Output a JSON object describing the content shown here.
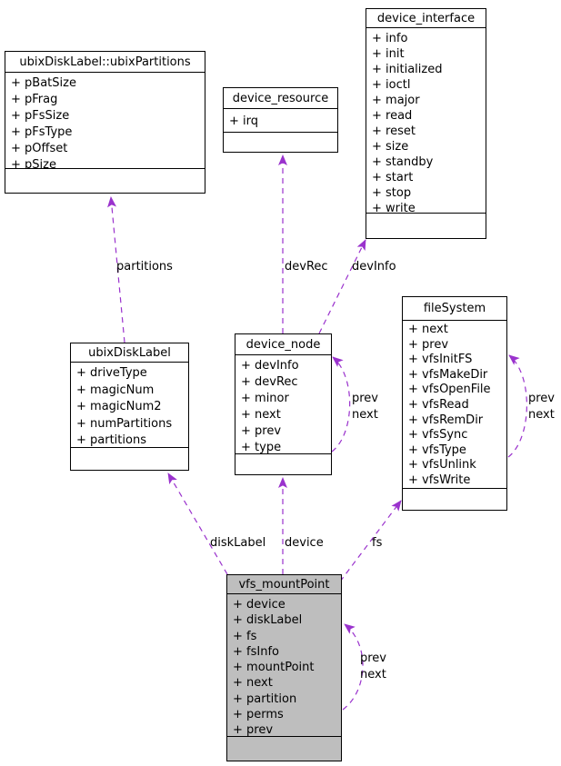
{
  "diagram": {
    "classes": {
      "ubix_partitions": {
        "title": "ubixDiskLabel::ubixPartitions",
        "members": [
          "+ pBatSize",
          "+ pFrag",
          "+ pFsSize",
          "+ pFsType",
          "+ pOffset",
          "+ pSize"
        ]
      },
      "device_resource": {
        "title": "device_resource",
        "members": [
          "+ irq"
        ]
      },
      "device_interface": {
        "title": "device_interface",
        "members": [
          "+ info",
          "+ init",
          "+ initialized",
          "+ ioctl",
          "+ major",
          "+ read",
          "+ reset",
          "+ size",
          "+ standby",
          "+ start",
          "+ stop",
          "+ write"
        ]
      },
      "ubix_disklabel": {
        "title": "ubixDiskLabel",
        "members": [
          "+ driveType",
          "+ magicNum",
          "+ magicNum2",
          "+ numPartitions",
          "+ partitions"
        ]
      },
      "device_node": {
        "title": "device_node",
        "members": [
          "+ devInfo",
          "+ devRec",
          "+ minor",
          "+ next",
          "+ prev",
          "+ type"
        ]
      },
      "filesystem": {
        "title": "fileSystem",
        "members": [
          "+ next",
          "+ prev",
          "+ vfsInitFS",
          "+ vfsMakeDir",
          "+ vfsOpenFile",
          "+ vfsRead",
          "+ vfsRemDir",
          "+ vfsSync",
          "+ vfsType",
          "+ vfsUnlink",
          "+ vfsWrite"
        ]
      },
      "vfs_mountpoint": {
        "title": "vfs_mountPoint",
        "members": [
          "+ device",
          "+ diskLabel",
          "+ fs",
          "+ fsInfo",
          "+ mountPoint",
          "+ next",
          "+ partition",
          "+ perms",
          "+ prev"
        ]
      }
    },
    "edge_labels": {
      "partitions": "partitions",
      "devRec": "devRec",
      "devInfo": "devInfo",
      "diskLabel": "diskLabel",
      "device": "device",
      "fs": "fs",
      "prev_next_device_node": "prev\nnext",
      "prev_next_filesystem": "prev\nnext",
      "prev_next_vfs": "prev\nnext"
    },
    "colors": {
      "edge": "#9a32cd",
      "highlight_fill": "#bebebe",
      "box_fill": "#ffffff",
      "border": "#000000"
    }
  }
}
